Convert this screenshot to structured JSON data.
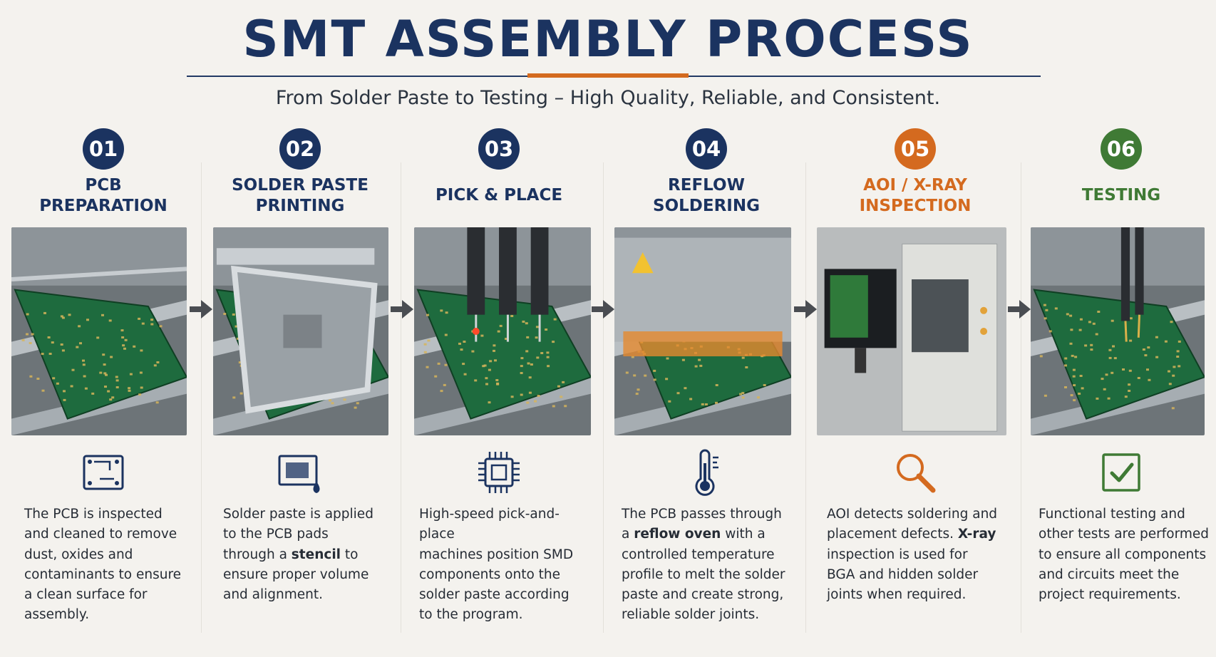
{
  "header": {
    "title": "SMT ASSEMBLY PROCESS",
    "subtitle": "From Solder Paste to Testing – High Quality, Reliable, and Consistent."
  },
  "colors": {
    "navy": "#1b3360",
    "orange": "#d46a1f",
    "green": "#3f7a35"
  },
  "steps": [
    {
      "number": "01",
      "title_line1": "PCB",
      "title_line2": "PREPARATION",
      "icon": "pcb-board-icon",
      "desc": [
        [
          "The PCB is inspected",
          ""
        ],
        [
          "and cleaned to remove",
          ""
        ],
        [
          "dust, oxides and",
          ""
        ],
        [
          "contaminants to ensure",
          ""
        ],
        [
          "a clean surface for",
          ""
        ],
        [
          "assembly.",
          ""
        ]
      ]
    },
    {
      "number": "02",
      "title_line1": "SOLDER PASTE",
      "title_line2": "PRINTING",
      "icon": "stencil-paste-icon",
      "desc": [
        [
          "Solder paste is applied",
          ""
        ],
        [
          "to the PCB pads",
          ""
        ],
        [
          "through a ",
          "stencil",
          " to"
        ],
        [
          "ensure proper volume",
          ""
        ],
        [
          "and alignment.",
          ""
        ]
      ]
    },
    {
      "number": "03",
      "title_line1": "PICK & PLACE",
      "title_line2": "",
      "icon": "chip-icon",
      "desc": [
        [
          "High-speed pick-and-place",
          ""
        ],
        [
          "machines position SMD",
          ""
        ],
        [
          "components onto the",
          ""
        ],
        [
          "solder paste according",
          ""
        ],
        [
          "to the program.",
          ""
        ]
      ]
    },
    {
      "number": "04",
      "title_line1": "REFLOW",
      "title_line2": "SOLDERING",
      "icon": "thermometer-icon",
      "desc": [
        [
          "The PCB passes through",
          ""
        ],
        [
          "a ",
          "reflow oven",
          " with a"
        ],
        [
          "controlled temperature",
          ""
        ],
        [
          "profile to melt the solder",
          ""
        ],
        [
          "paste and create strong,",
          ""
        ],
        [
          "reliable solder joints.",
          ""
        ]
      ]
    },
    {
      "number": "05",
      "title_line1": "AOI / X-RAY",
      "title_line2": "INSPECTION",
      "icon": "magnifier-icon",
      "desc": [
        [
          "AOI detects soldering and",
          ""
        ],
        [
          "placement defects. ",
          "X-ray",
          ""
        ],
        [
          "inspection is used for",
          ""
        ],
        [
          "BGA and hidden solder",
          ""
        ],
        [
          "joints when required.",
          ""
        ]
      ]
    },
    {
      "number": "06",
      "title_line1": "TESTING",
      "title_line2": "",
      "icon": "checkbox-icon",
      "desc": [
        [
          "Functional testing and",
          ""
        ],
        [
          "other tests are performed",
          ""
        ],
        [
          "to ensure all components",
          ""
        ],
        [
          "and circuits meet the",
          ""
        ],
        [
          "project requirements.",
          ""
        ]
      ]
    }
  ]
}
